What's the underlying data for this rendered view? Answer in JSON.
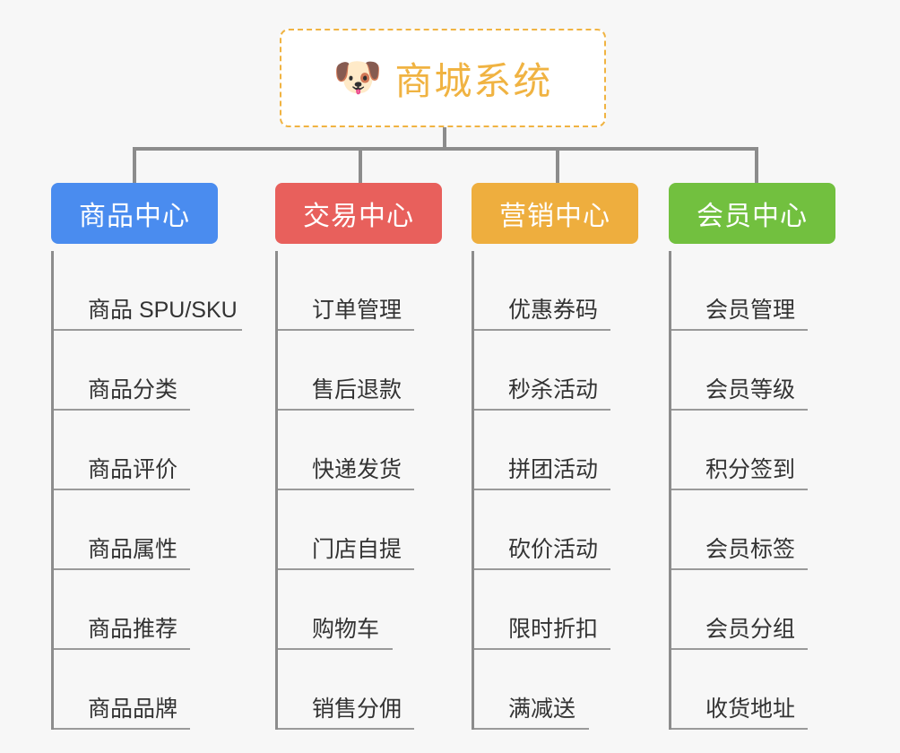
{
  "root": {
    "emoji": "🐶",
    "emoji_name": "shiba-dog-face",
    "title": "商城系统",
    "border_color": "#f0b342",
    "text_color": "#f0b342",
    "background": "#ffffff"
  },
  "page": {
    "background": "#f7f7f7",
    "connector_color": "#8c8c8c",
    "leaf_text_color": "#333333",
    "leaf_rule_color": "#9a9a9a"
  },
  "branches": [
    {
      "label": "商品中心",
      "color": "#4a8cef",
      "items": [
        {
          "label": "商品 SPU/SKU",
          "underline_width": 210
        },
        {
          "label": "商品分类",
          "underline_width": 152
        },
        {
          "label": "商品评价",
          "underline_width": 152
        },
        {
          "label": "商品属性",
          "underline_width": 152
        },
        {
          "label": "商品推荐",
          "underline_width": 152
        },
        {
          "label": "商品品牌",
          "underline_width": 152
        }
      ]
    },
    {
      "label": "交易中心",
      "color": "#e8605c",
      "items": [
        {
          "label": "订单管理",
          "underline_width": 152
        },
        {
          "label": "售后退款",
          "underline_width": 152
        },
        {
          "label": "快递发货",
          "underline_width": 152
        },
        {
          "label": "门店自提",
          "underline_width": 152
        },
        {
          "label": "购物车",
          "underline_width": 128
        },
        {
          "label": "销售分佣",
          "underline_width": 152
        }
      ]
    },
    {
      "label": "营销中心",
      "color": "#eeae3e",
      "items": [
        {
          "label": "优惠券码",
          "underline_width": 152
        },
        {
          "label": "秒杀活动",
          "underline_width": 152
        },
        {
          "label": "拼团活动",
          "underline_width": 152
        },
        {
          "label": "砍价活动",
          "underline_width": 152
        },
        {
          "label": "限时折扣",
          "underline_width": 152
        },
        {
          "label": "满减送",
          "underline_width": 128
        }
      ]
    },
    {
      "label": "会员中心",
      "color": "#72c03f",
      "items": [
        {
          "label": "会员管理",
          "underline_width": 152
        },
        {
          "label": "会员等级",
          "underline_width": 152
        },
        {
          "label": "积分签到",
          "underline_width": 152
        },
        {
          "label": "会员标签",
          "underline_width": 152
        },
        {
          "label": "会员分组",
          "underline_width": 152
        },
        {
          "label": "收货地址",
          "underline_width": 152
        }
      ]
    }
  ]
}
